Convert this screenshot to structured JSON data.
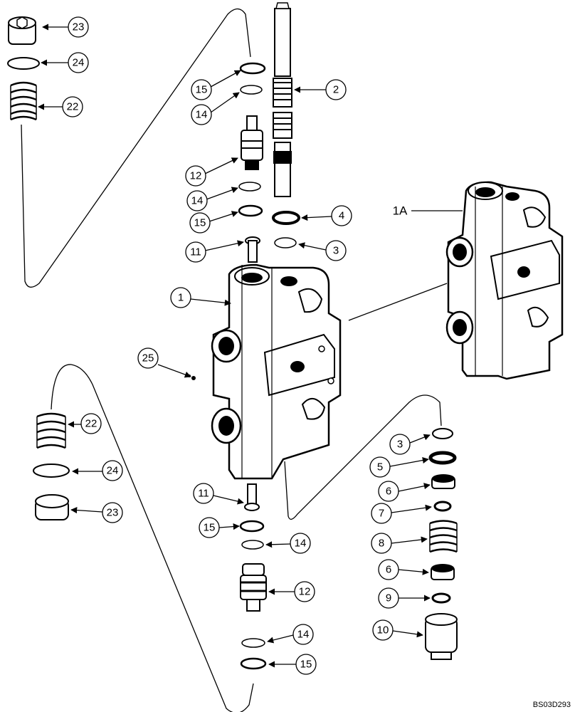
{
  "diagram": {
    "callouts": {
      "c23a": "23",
      "c24a": "24",
      "c22a": "22",
      "c15a": "15",
      "c14a": "14",
      "c2": "2",
      "c12a": "12",
      "c14b": "14",
      "c15b": "15",
      "c4": "4",
      "c11a": "11",
      "c3a": "3",
      "c1": "1",
      "c25": "25",
      "c22b": "22",
      "c24b": "24",
      "c23b": "23",
      "c11b": "11",
      "c15c": "15",
      "c14c": "14",
      "c12b": "12",
      "c14d": "14",
      "c15d": "15",
      "c3b": "3",
      "c5": "5",
      "c6a": "6",
      "c7": "7",
      "c8": "8",
      "c6b": "6",
      "c9": "9",
      "c10": "10"
    },
    "assembly_label": "1A",
    "reference_code": "BS03D293"
  }
}
